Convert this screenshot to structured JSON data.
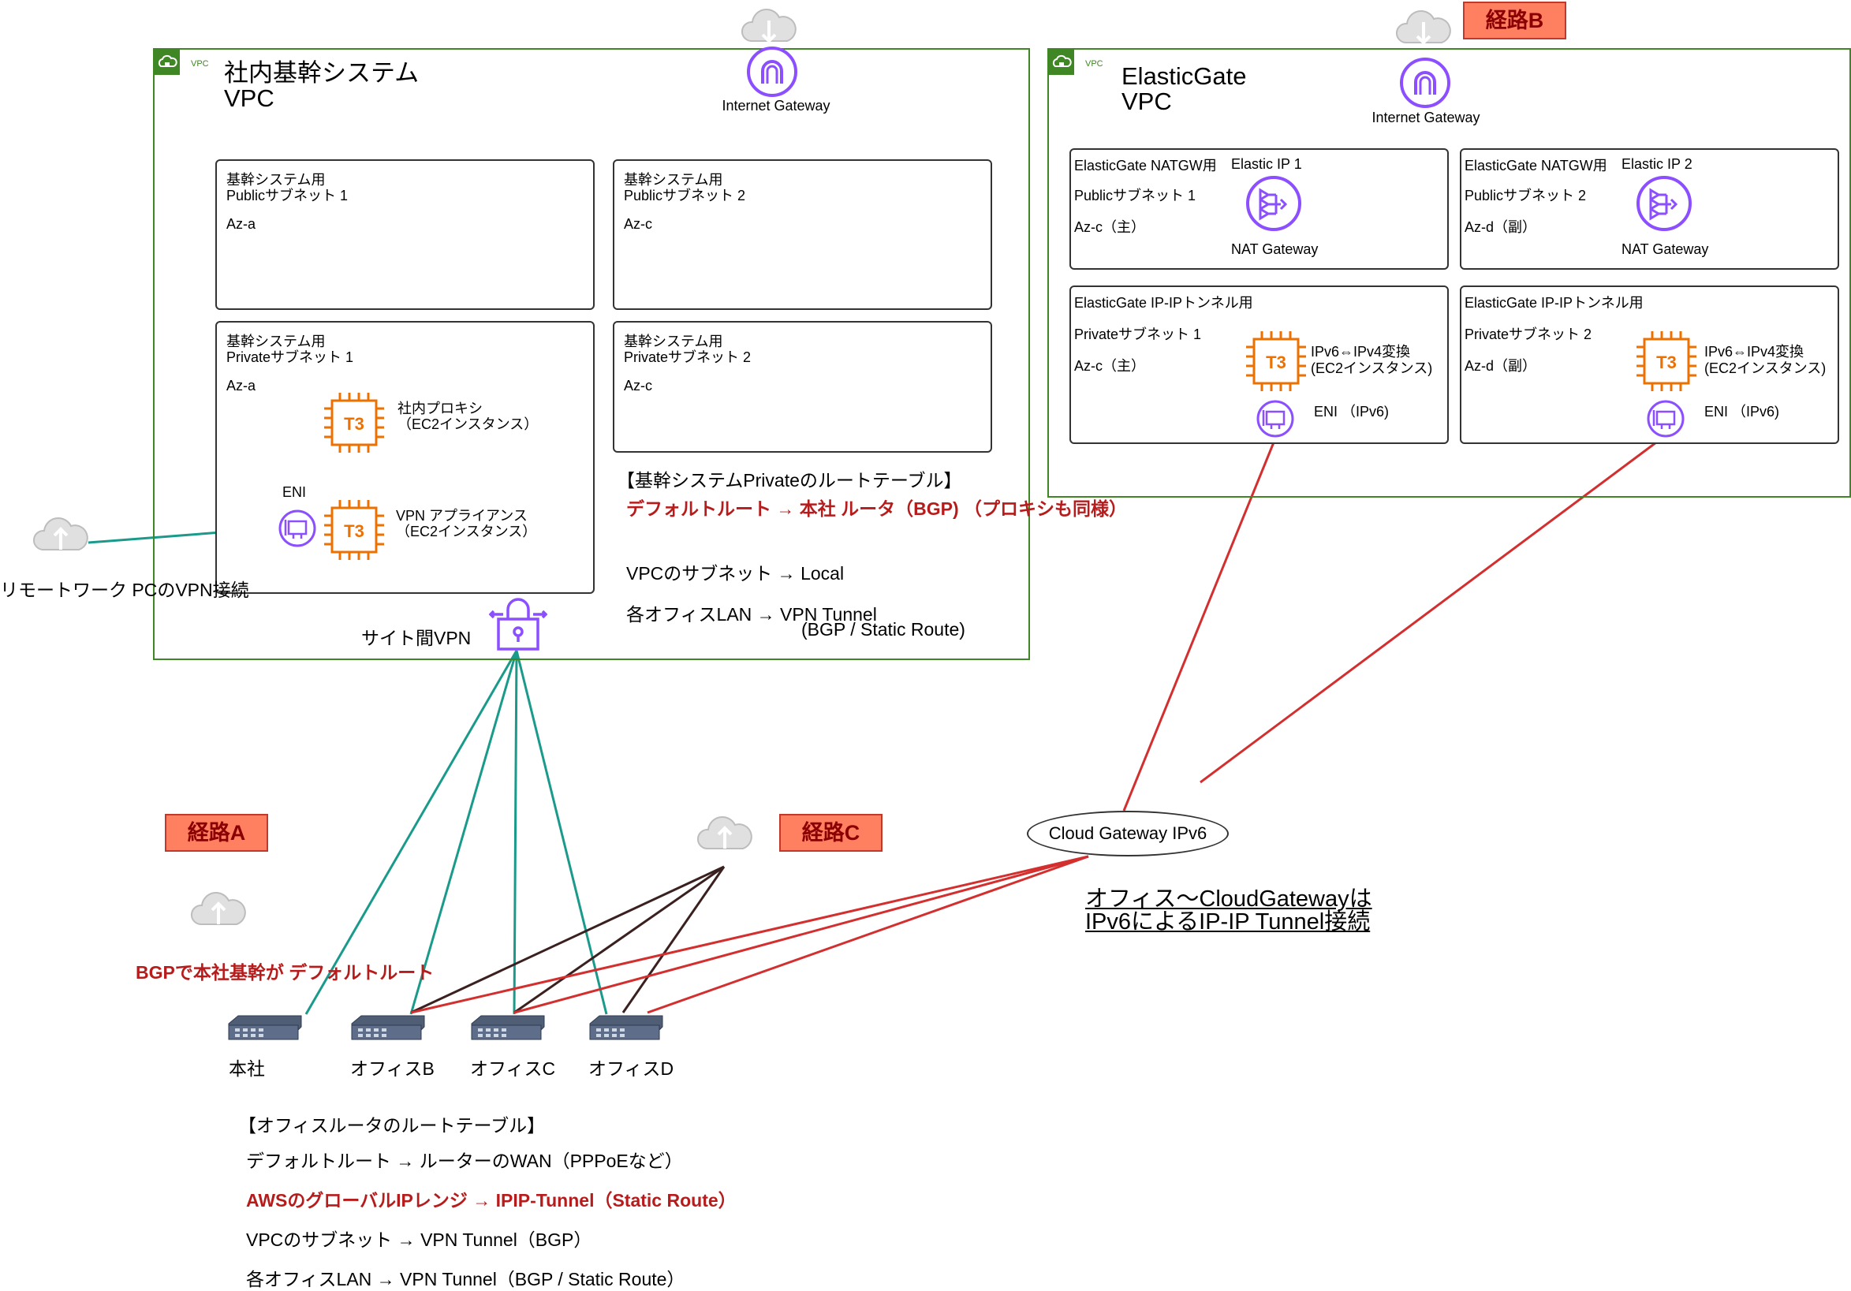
{
  "vpc_tag": "VPC",
  "left_vpc": {
    "title": "社内基幹システム\nVPC"
  },
  "right_vpc": {
    "title": "ElasticGate\nVPC"
  },
  "internet_gateway_label": "Internet Gateway",
  "left_subnets": {
    "pub1": [
      "基幹システム用",
      "Publicサブネット 1",
      "Az-a"
    ],
    "pub2": [
      "基幹システム用",
      "Publicサブネット 2",
      "Az-c"
    ],
    "priv1": [
      "基幹システム用",
      "Privateサブネット 1",
      "Az-a"
    ],
    "priv2": [
      "基幹システム用",
      "Privateサブネット 2",
      "Az-c"
    ]
  },
  "instances": {
    "t3_label": "T3",
    "proxy": "社内プロキシ\n（EC2インスタンス）",
    "vpn_appliance": "VPN アプライアンス\n（EC2インスタンス）",
    "converter": "IPv6⇔IPv4変換\n(EC2インスタンス)"
  },
  "eni_label": "ENI",
  "eni_ipv6_label": "ENI （IPv6)",
  "remote_work": "リモートワーク\nPCのVPN接続",
  "site_vpn": "サイト間VPN",
  "left_route_table": {
    "title": "【基幹システムPrivateのルートテーブル】",
    "r1": "デフォルトルート → 本社 ルータ（BGP)\n（プロキシも同様）",
    "r2": "VPCのサブネット → Local",
    "r3_a": "各オフィスLAN → VPN Tunnel",
    "r3_b": "(BGP / Static Route)"
  },
  "right_subnets": {
    "nat1": [
      "ElasticGate NATGW用",
      "Publicサブネット 1",
      "Az-c（主）"
    ],
    "nat2": [
      "ElasticGate NATGW用",
      "Publicサブネット 2",
      "Az-d（副）"
    ],
    "ipip1": [
      "ElasticGate IP-IPトンネル用",
      "Privateサブネット 1",
      "Az-c（主）"
    ],
    "ipip2": [
      "ElasticGate IP-IPトンネル用",
      "Privateサブネット 2",
      "Az-d（副）"
    ]
  },
  "elastic_ip_1": "Elastic IP 1",
  "elastic_ip_2": "Elastic IP 2",
  "nat_gateway_label": "NAT Gateway",
  "route_badges": {
    "a": "経路A",
    "b": "経路B",
    "c": "経路C"
  },
  "cloud_gateway": "Cloud Gateway IPv6",
  "ipv6_note": "オフィス～CloudGatewayは\nIPv6によるIP-IP Tunnel接続",
  "bgp_note": "BGPで本社基幹が\nデフォルトルート",
  "routers": [
    "本社",
    "オフィスB",
    "オフィスC",
    "オフィスD"
  ],
  "office_route_table": {
    "title": "【オフィスルータのルートテーブル】",
    "r1": "デフォルトルート → ルーターのWAN（PPPoEなど）",
    "r2": "AWSのグローバルIPレンジ → IPIP-Tunnel（Static Route）",
    "r3": "VPCのサブネット → VPN Tunnel（BGP）",
    "r4": "各オフィスLAN → VPN Tunnel（BGP / Static Route）"
  },
  "colors": {
    "vpc": "#3f8624",
    "ec2": "#ed7100",
    "purple": "#8c4fff",
    "teal": "#1a9a8a",
    "red": "#d32f2f",
    "brown": "#3b2020"
  }
}
